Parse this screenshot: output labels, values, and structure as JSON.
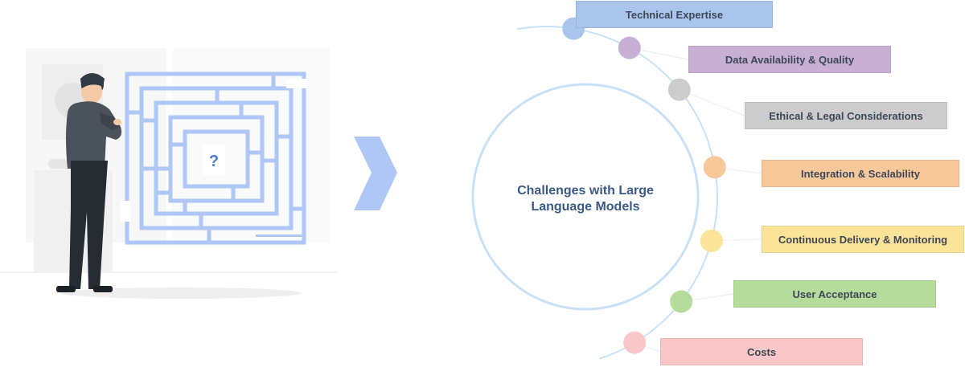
{
  "center": {
    "line1": "Challenges with Large",
    "line2": "Language Models"
  },
  "challenges": [
    {
      "label": "Technical Expertise",
      "color": "#a9c5ec"
    },
    {
      "label": "Data Availability & Quality",
      "color": "#c8afd4"
    },
    {
      "label": "Ethical & Legal Considerations",
      "color": "#cccccc"
    },
    {
      "label": "Integration & Scalability",
      "color": "#f9c89a"
    },
    {
      "label": "Continuous Delivery & Monitoring",
      "color": "#fbe497"
    },
    {
      "label": "User Acceptance",
      "color": "#b6dc9c"
    },
    {
      "label": "Costs",
      "color": "#f9c7c7"
    }
  ],
  "illustration": {
    "maze_mark": "?"
  },
  "colors": {
    "maze": "#aec7f5",
    "arrow": "#aec7f5",
    "ring": "#c9e1f8",
    "title": "#3a5a85"
  }
}
